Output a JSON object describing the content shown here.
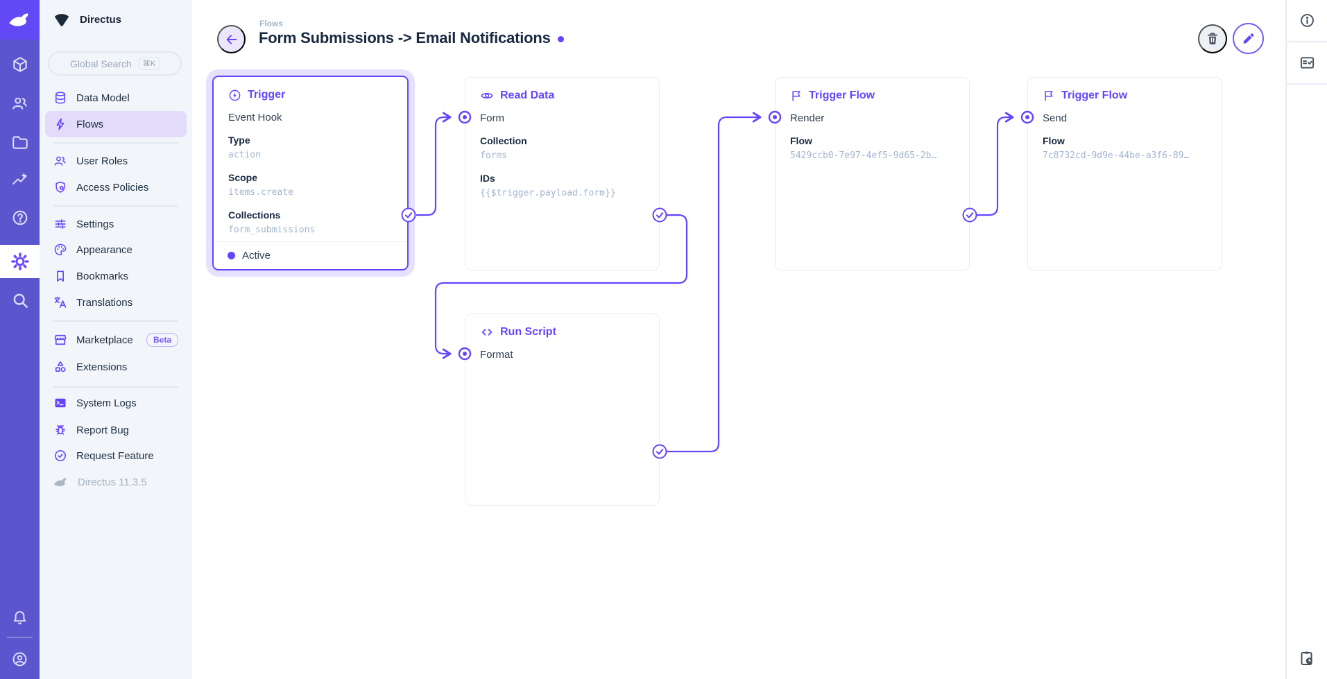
{
  "brand": {
    "name": "Directus",
    "accent_color": "#6644FF",
    "rail_color": "#5B55CE"
  },
  "module_bar": {
    "items": [
      {
        "icon": "rabbit-logo-icon",
        "name": "home"
      },
      {
        "icon": "box-icon",
        "name": "content"
      },
      {
        "icon": "people-icon",
        "name": "users"
      },
      {
        "icon": "folder-icon",
        "name": "files"
      },
      {
        "icon": "insights-icon",
        "name": "insights"
      },
      {
        "icon": "help-icon",
        "name": "docs"
      },
      {
        "icon": "gear-icon",
        "name": "settings",
        "active": true
      },
      {
        "icon": "search-icon",
        "name": "search"
      },
      {
        "icon": "bell-icon",
        "name": "notifications"
      },
      {
        "icon": "account-circle-icon",
        "name": "account"
      }
    ]
  },
  "sidebar": {
    "project_name": "Directus",
    "search": {
      "placeholder": "Global Search",
      "shortcut": "⌘K"
    },
    "items": [
      {
        "label": "Data Model",
        "icon": "database-icon"
      },
      {
        "label": "Flows",
        "icon": "bolt-icon",
        "active": true
      },
      {
        "label": "User Roles",
        "icon": "people-icon"
      },
      {
        "label": "Access Policies",
        "icon": "shield-lock-icon"
      },
      {
        "label": "Settings",
        "icon": "tune-icon"
      },
      {
        "label": "Appearance",
        "icon": "palette-icon"
      },
      {
        "label": "Bookmarks",
        "icon": "bookmark-icon"
      },
      {
        "label": "Translations",
        "icon": "translate-icon"
      },
      {
        "label": "Marketplace",
        "icon": "storefront-icon",
        "badge": "Beta"
      },
      {
        "label": "Extensions",
        "icon": "extension-icon"
      },
      {
        "label": "System Logs",
        "icon": "terminal-icon"
      },
      {
        "label": "Report Bug",
        "icon": "bug-icon"
      },
      {
        "label": "Request Feature",
        "icon": "seal-check-icon"
      }
    ],
    "version": "Directus 11.3.5"
  },
  "header": {
    "breadcrumb": "Flows",
    "title": "Form Submissions -> Email Notifications"
  },
  "flow": {
    "nodes": [
      {
        "type": "Trigger",
        "icon": "bolt-circle-icon",
        "name": "Event Hook",
        "selected": true,
        "fields": [
          {
            "label": "Type",
            "value": "action"
          },
          {
            "label": "Scope",
            "value": "items.create"
          },
          {
            "label": "Collections",
            "value": "form_submissions"
          }
        ],
        "status": "Active"
      },
      {
        "type": "Read Data",
        "icon": "eye-icon",
        "name": "Form",
        "fields": [
          {
            "label": "Collection",
            "value": "forms"
          },
          {
            "label": "IDs",
            "value": "{{$trigger.payload.form}}"
          }
        ]
      },
      {
        "type": "Trigger Flow",
        "icon": "flag-icon",
        "name": "Render",
        "fields": [
          {
            "label": "Flow",
            "value": "5429ccb0-7e97-4ef5-9d65-2b…"
          }
        ]
      },
      {
        "type": "Trigger Flow",
        "icon": "flag-icon",
        "name": "Send",
        "fields": [
          {
            "label": "Flow",
            "value": "7c8732cd-9d9e-44be-a3f6-89…"
          }
        ]
      },
      {
        "type": "Run Script",
        "icon": "code-icon",
        "name": "Format",
        "fields": []
      }
    ]
  },
  "right_sidebar": {
    "items": [
      {
        "icon": "info-icon",
        "name": "information"
      },
      {
        "icon": "fact-check-icon",
        "name": "revisions"
      },
      {
        "icon": "pending-clipboard-icon",
        "name": "activity"
      }
    ]
  }
}
